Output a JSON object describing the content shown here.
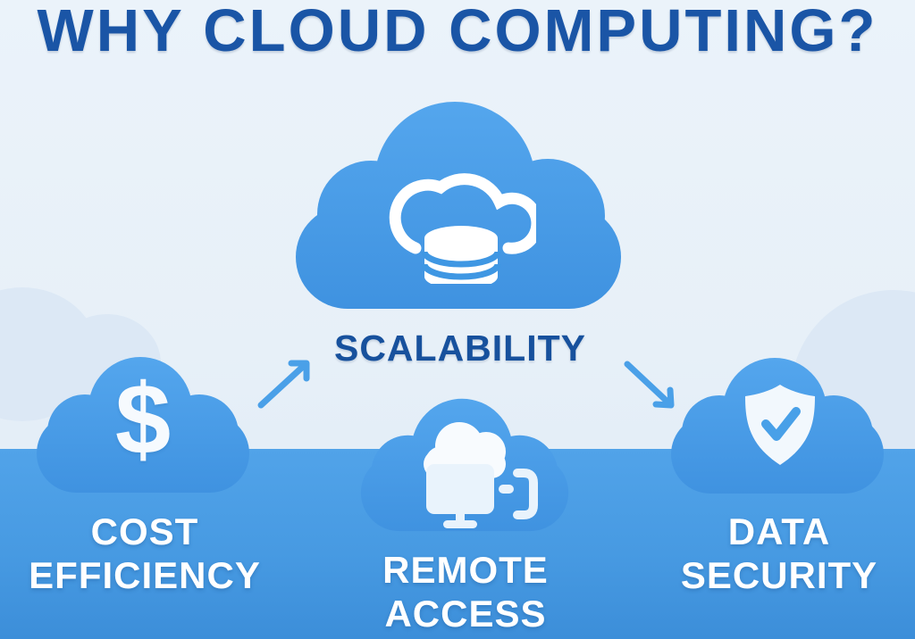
{
  "title": "WHY CLOUD COMPUTING?",
  "center_node": {
    "label": "SCALABILITY",
    "icon": "cloud-database-icon"
  },
  "nodes": [
    {
      "id": "cost-efficiency",
      "label": "COST EFFICIENCY",
      "icon": "dollar-icon",
      "glyph": "$"
    },
    {
      "id": "remote-access",
      "label": "REMOTE ACCESS",
      "icon": "remote-desktop-icon"
    },
    {
      "id": "data-security",
      "label": "DATA SECURITY",
      "icon": "shield-check-icon"
    }
  ],
  "arrows": [
    {
      "id": "to-scalability",
      "direction": "up-right"
    },
    {
      "id": "from-scalability",
      "direction": "down-right"
    }
  ],
  "colors": {
    "title_text": "#1A55A6",
    "scalability_text": "#17519D",
    "label_text": "#FFFFFF",
    "cloud_gradient_top": "#55A7EE",
    "cloud_gradient_bottom": "#3F92E0",
    "band_gradient_top": "#51A3E9",
    "band_gradient_bottom": "#3C8ED9",
    "background": "#EAF2FA",
    "arrow": "#4AA0E8",
    "icon_white": "#F5FAFE"
  }
}
